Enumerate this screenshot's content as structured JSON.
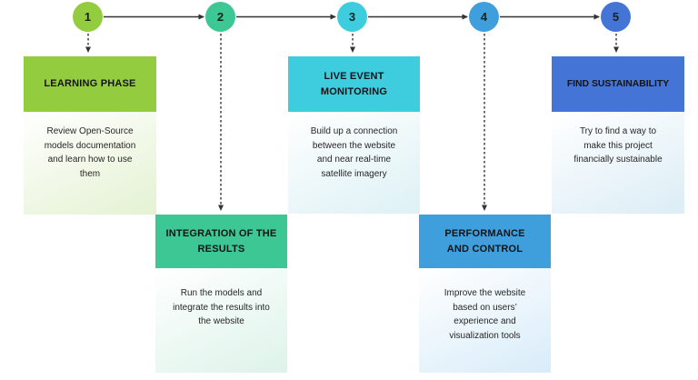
{
  "diagram": {
    "kind": "project-roadmap-timeline",
    "background_color": "#ffffff",
    "connector_color": "#333333",
    "steps": [
      {
        "number": "1",
        "title": "LEARNING PHASE",
        "description": "Review Open-Source\nmodels documentation\nand learn how to use\nthem",
        "row": "top",
        "colors": {
          "accent": "#94cc3f",
          "body_tint": "#e4f2d2"
        }
      },
      {
        "number": "2",
        "title": "INTEGRATION OF THE\nRESULTS",
        "description": "Run the models and\nintegrate the results into\nthe website",
        "row": "bottom",
        "colors": {
          "accent": "#3cc795",
          "body_tint": "#ddf3ea"
        }
      },
      {
        "number": "3",
        "title": "LIVE EVENT\nMONITORING",
        "description": "Build up a connection\nbetween the website\nand near real-time\nsatellite imagery",
        "row": "top",
        "colors": {
          "accent": "#3ecddf",
          "body_tint": "#ddf1f5"
        }
      },
      {
        "number": "4",
        "title": "PERFORMANCE\nAND CONTROL",
        "description": "Improve the website\nbased on users’\nexperience and\nvisualization tools",
        "row": "bottom",
        "colors": {
          "accent": "#3f9fdc",
          "body_tint": "#d8ecf9"
        }
      },
      {
        "number": "5",
        "title": "FIND SUSTAINABILITY",
        "description": "Try to find a way to\nmake this project\nfinancially sustainable",
        "row": "top",
        "colors": {
          "accent": "#4474d6",
          "body_tint": "#dbedf6"
        }
      }
    ]
  }
}
